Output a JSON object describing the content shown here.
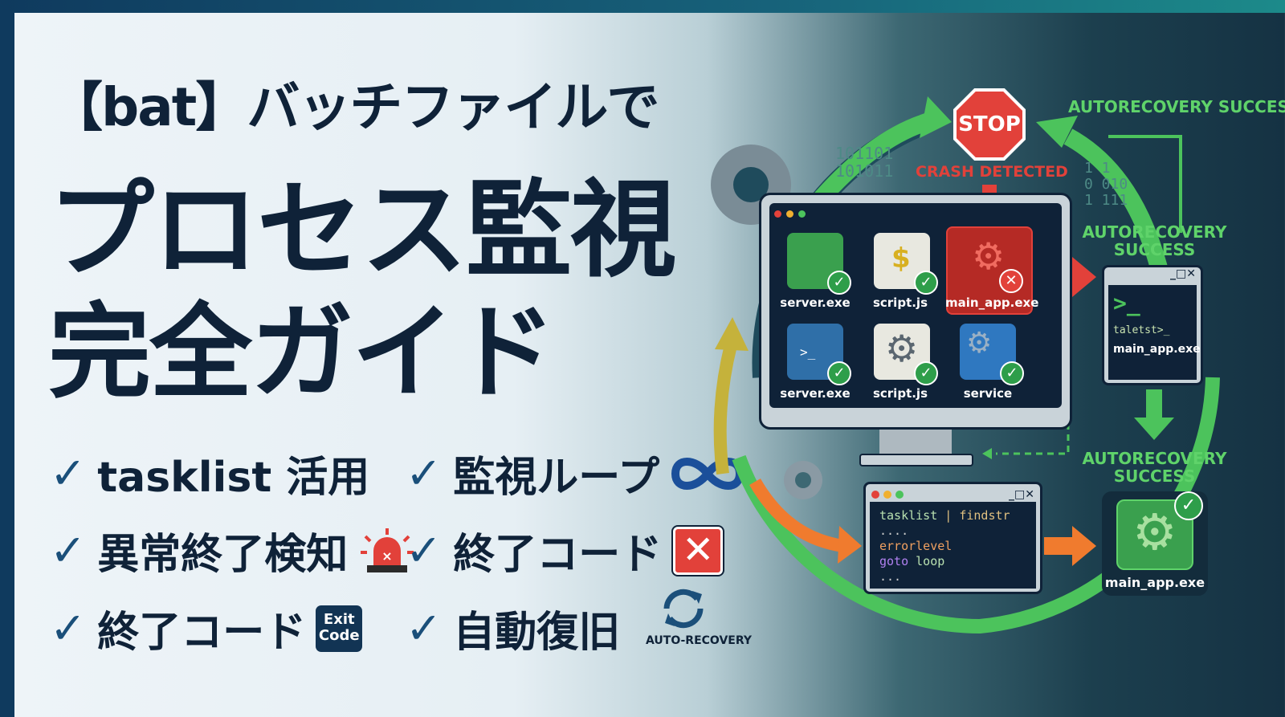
{
  "title": {
    "line1": "【bat】バッチファイルで",
    "line2": "プロセス監視",
    "line3": "完全ガイド"
  },
  "features": [
    {
      "check": "✓",
      "label": "tasklist 活用"
    },
    {
      "check": "✓",
      "label": "監視ループ",
      "icon": "infinity-icon"
    },
    {
      "check": "✓",
      "label": "異常終了検知",
      "icon": "siren-icon"
    },
    {
      "check": "✓",
      "label": "終了コード",
      "icon": "red-x-icon"
    },
    {
      "check": "✓",
      "label": "終了コード",
      "icon": "exit-code-badge",
      "badge": "Exit\nCode",
      "badge_line1": "Exit",
      "badge_line2": "Code"
    },
    {
      "check": "✓",
      "label": "自動復旧",
      "icon": "refresh-icon",
      "caption": "AUTO-RECOVERY"
    }
  ],
  "illustration": {
    "stop": "STOP",
    "crash": "CRASH DETECTED",
    "autorecovery": [
      "AUTORECOVERY SUCCESS",
      "AUTORECOVERY SUCCESS",
      "AUTORECOVERY SUCCESS"
    ],
    "apps": [
      {
        "name": "server.exe",
        "status": "ok"
      },
      {
        "name": "script.js",
        "status": "ok"
      },
      {
        "name": "main_app.exe",
        "status": "crashed"
      },
      {
        "name": "server.exe",
        "status": "ok"
      },
      {
        "name": "script.js",
        "status": "ok"
      },
      {
        "name": "service",
        "status": "ok"
      }
    ],
    "side_terminal": {
      "prompt": ">_",
      "line1": "taletst>_",
      "line2": "main_app.exe"
    },
    "batch_terminal": {
      "line1a": "tasklist",
      "line1b": "|",
      "line1c": "findstr",
      "line2": "....",
      "line3": "errorlevel",
      "line4a": "goto",
      "line4b": "loop",
      "line5": "..."
    },
    "recovered": "main_app.exe",
    "binary": [
      "101101",
      "101011",
      "1 1",
      "0 010",
      "1 111"
    ],
    "colors": {
      "green": "#4cc35c",
      "red": "#e2413a",
      "orange": "#f07b2e",
      "navy": "#0f2238"
    }
  }
}
